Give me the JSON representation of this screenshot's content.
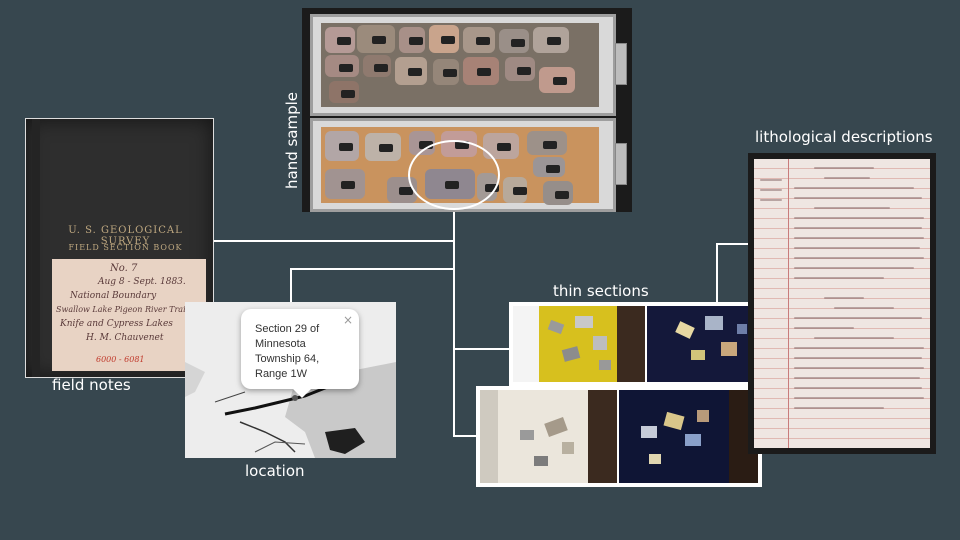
{
  "labels": {
    "hand_sample": "hand sample",
    "field_notes": "field notes",
    "location": "location",
    "thin_sections": "thin sections",
    "lithological_descriptions": "lithological descriptions"
  },
  "field_notes_book": {
    "title": "U. S. GEOLOGICAL SURVEY",
    "subtitle": "FIELD SECTION BOOK",
    "handwriting": [
      "No. 7",
      "Aug 8 - Sept. 1883.",
      "National Boundary",
      "Swallow Lake Pigeon River Trail",
      "Knife and Cypress Lakes",
      "H. M. Chauvenet"
    ],
    "catalog_id": "6000 - 6081"
  },
  "map_popup": {
    "text": "Section 29 of Minnesota Township 64, Range 1W",
    "close": "×"
  },
  "colors": {
    "background": "#37474f",
    "connector": "#ffffff"
  }
}
